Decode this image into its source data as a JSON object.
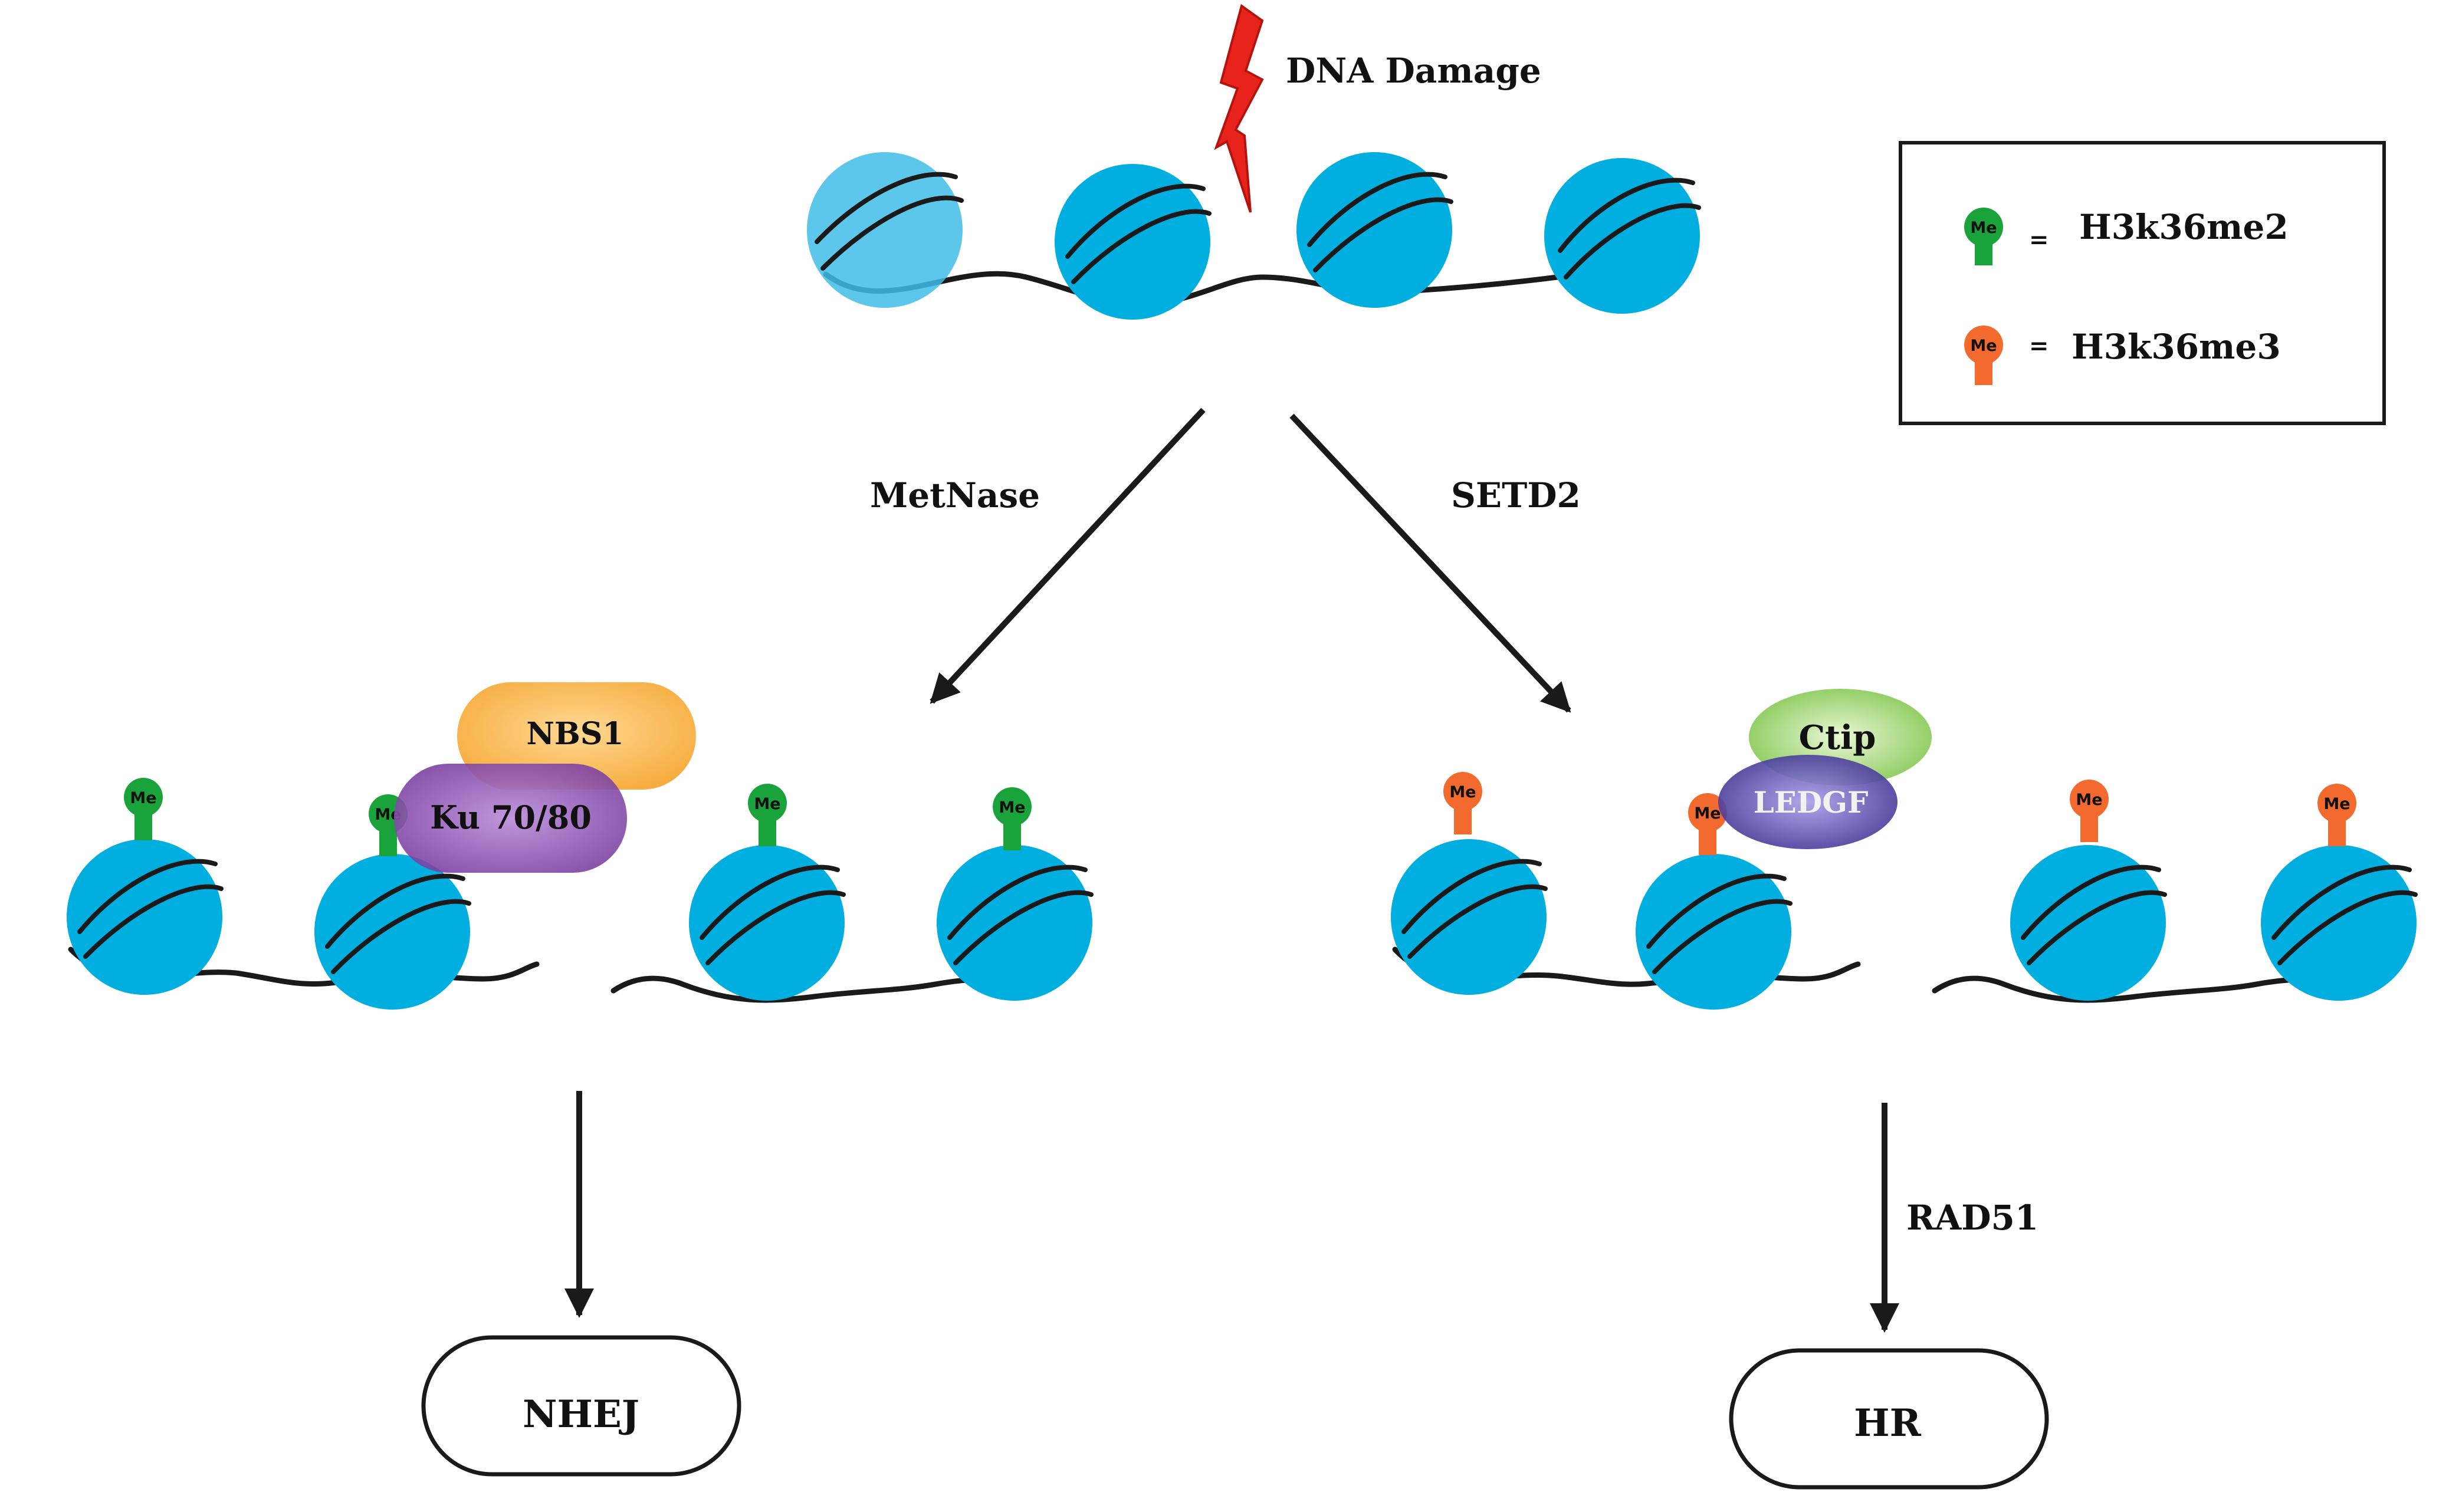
{
  "labels": {
    "damage": "DNA Damage",
    "left_enzyme": "MetNase",
    "right_enzyme": "SETD2",
    "hr_factor": "RAD51",
    "nhej": "NHEJ",
    "hr": "HR"
  },
  "proteins": {
    "nbs1": "NBS1",
    "ku": "Ku 70/80",
    "ctip": "Ctip",
    "ledgf": "LEDGF"
  },
  "legend": {
    "me_glyph": "Me",
    "eq": "=",
    "items": [
      {
        "label": "H3k36me2",
        "color": "#1aa33a"
      },
      {
        "label": "H3k36me3",
        "color": "#f26a2e"
      }
    ]
  },
  "marks": {
    "me_label": "Me"
  },
  "colors": {
    "nucleosome": "#00aee0",
    "nucleosome_faded": "#3fbce8",
    "damage": "#e8231c",
    "nbs1": "#f6ae3c",
    "ku": "#8a53b0",
    "ctip": "#8fd15a",
    "ledgf": "#4a3aa6"
  }
}
